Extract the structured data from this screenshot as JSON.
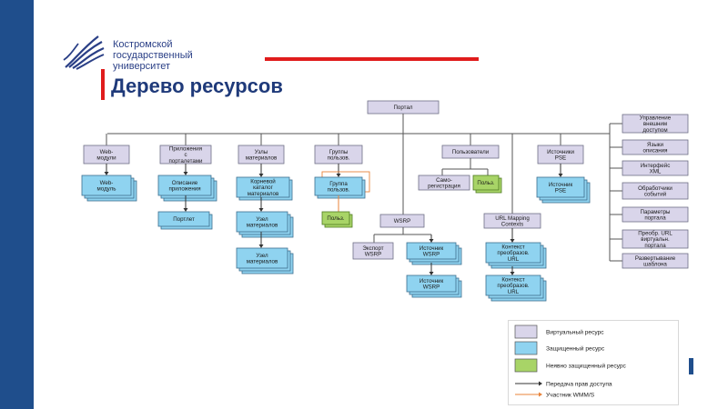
{
  "org": {
    "name_lines": [
      "Костромской",
      "государственный",
      "университет"
    ]
  },
  "slide": {
    "title": "Дерево ресурсов"
  },
  "colors": {
    "virtual": "#d9d5ea",
    "protected": "#8fd3f0",
    "implicit": "#a8d467",
    "brand": "#1f4e8c",
    "accent_red": "#e01c1c"
  },
  "tree": {
    "root": "Портал",
    "columns": [
      {
        "header": "Web-\nмодули",
        "children": [
          "Web-\nмодуль"
        ]
      },
      {
        "header": "Приложения\nс\nпорталетами",
        "children": [
          "Описание\nприложения",
          "Портлет"
        ]
      },
      {
        "header": "Узлы\nматериалов",
        "children": [
          "Корневой\nкаталог\nматериалов",
          "Узел\nматериалов",
          "Узел\nматериалов"
        ]
      },
      {
        "header": "Группы\nпользов.",
        "children": [
          "Группа\nпользов.",
          "Польз."
        ]
      },
      {
        "header": "Пользователи",
        "children": [
          "Само-\nрегистрация",
          "Польз."
        ]
      },
      {
        "header": "Источники\nPSE",
        "children": [
          "Источник\nPSE"
        ]
      }
    ],
    "wsrp": {
      "label": "WSRP",
      "children": [
        "Экспорт\nWSRP",
        "Источник\nWSRP",
        "Источник\nWSRP"
      ]
    },
    "url_mapping": {
      "label": "URL Mapping\nContexts",
      "children": [
        "Контекст\nпреобразов.\nURL",
        "Контекст\nпреобразов.\nURL"
      ]
    },
    "right_list": [
      "Управление\nвнешним\nдоступом",
      "Языки\nописания",
      "Интерфейс\nXML",
      "Обработчики\nсобытий",
      "Параметры\nпортала",
      "Преобр. URL\nвиртуальн.\nпортала",
      "Развертывание\nшаблона"
    ]
  },
  "legend": {
    "items": [
      {
        "label": "Виртуальный ресурс",
        "kind": "virtual"
      },
      {
        "label": "Защищенный ресурс",
        "kind": "protected"
      },
      {
        "label": "Неявно защищенный ресурс",
        "kind": "implicit"
      },
      {
        "label": "Передача прав доступа",
        "kind": "line-black"
      },
      {
        "label": "Участник WMM/S",
        "kind": "line-orange"
      }
    ]
  }
}
